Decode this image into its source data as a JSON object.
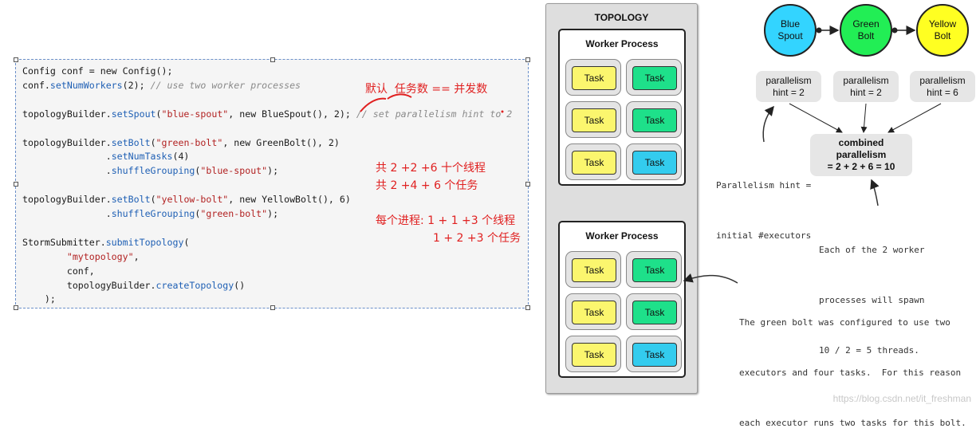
{
  "code": {
    "lines": [
      [
        {
          "t": "Config conf = new Config();",
          "k": "n"
        }
      ],
      [
        {
          "t": "conf.",
          "k": "n"
        },
        {
          "t": "setNumWorkers",
          "k": "m"
        },
        {
          "t": "(2); ",
          "k": "n"
        },
        {
          "t": "// use two worker processes",
          "k": "c"
        }
      ],
      [],
      [
        {
          "t": "topologyBuilder.",
          "k": "n"
        },
        {
          "t": "setSpout",
          "k": "m"
        },
        {
          "t": "(",
          "k": "n"
        },
        {
          "t": "\"blue-spout\"",
          "k": "s"
        },
        {
          "t": ", new BlueSpout(), 2); ",
          "k": "n"
        },
        {
          "t": "// set parallelism hint to 2",
          "k": "c"
        }
      ],
      [],
      [
        {
          "t": "topologyBuilder.",
          "k": "n"
        },
        {
          "t": "setBolt",
          "k": "m"
        },
        {
          "t": "(",
          "k": "n"
        },
        {
          "t": "\"green-bolt\"",
          "k": "s"
        },
        {
          "t": ", new GreenBolt(), 2)",
          "k": "n"
        }
      ],
      [
        {
          "t": "               .",
          "k": "n"
        },
        {
          "t": "setNumTasks",
          "k": "m"
        },
        {
          "t": "(4)",
          "k": "n"
        }
      ],
      [
        {
          "t": "               .",
          "k": "n"
        },
        {
          "t": "shuffleGrouping",
          "k": "m"
        },
        {
          "t": "(",
          "k": "n"
        },
        {
          "t": "\"blue-spout\"",
          "k": "s"
        },
        {
          "t": ");",
          "k": "n"
        }
      ],
      [],
      [
        {
          "t": "topologyBuilder.",
          "k": "n"
        },
        {
          "t": "setBolt",
          "k": "m"
        },
        {
          "t": "(",
          "k": "n"
        },
        {
          "t": "\"yellow-bolt\"",
          "k": "s"
        },
        {
          "t": ", new YellowBolt(), 6)",
          "k": "n"
        }
      ],
      [
        {
          "t": "               .",
          "k": "n"
        },
        {
          "t": "shuffleGrouping",
          "k": "m"
        },
        {
          "t": "(",
          "k": "n"
        },
        {
          "t": "\"green-bolt\"",
          "k": "s"
        },
        {
          "t": ");",
          "k": "n"
        }
      ],
      [],
      [
        {
          "t": "StormSubmitter.",
          "k": "n"
        },
        {
          "t": "submitTopology",
          "k": "m"
        },
        {
          "t": "(",
          "k": "n"
        }
      ],
      [
        {
          "t": "        ",
          "k": "n"
        },
        {
          "t": "\"mytopology\"",
          "k": "s"
        },
        {
          "t": ",",
          "k": "n"
        }
      ],
      [
        {
          "t": "        conf,",
          "k": "n"
        }
      ],
      [
        {
          "t": "        topologyBuilder.",
          "k": "n"
        },
        {
          "t": "createTopology",
          "k": "m"
        },
        {
          "t": "()",
          "k": "n"
        }
      ],
      [
        {
          "t": "    );",
          "k": "n"
        }
      ]
    ]
  },
  "notes": {
    "default": "默认  任务数 == 并发数",
    "threads": "共 2 +2 +6 十个线程",
    "tasks": "共 2 +4 + 6 个任务",
    "per_process_threads": "每个进程: 1 + 1 +3 个线程",
    "per_process_tasks": "1 + 2 +3 个任务"
  },
  "topology": {
    "title": "TOPOLOGY",
    "workers": [
      {
        "title": "Worker Process",
        "left": [
          {
            "label": "Task",
            "color": "yellow"
          },
          {
            "label": "Task",
            "color": "yellow"
          },
          {
            "label": "Task",
            "color": "yellow"
          }
        ],
        "right": [
          {
            "label": "Task",
            "color": "green"
          },
          {
            "label": "Task",
            "color": "green"
          },
          {
            "label": "Task",
            "color": "blue"
          }
        ]
      },
      {
        "title": "Worker Process",
        "left": [
          {
            "label": "Task",
            "color": "yellow"
          },
          {
            "label": "Task",
            "color": "yellow"
          },
          {
            "label": "Task",
            "color": "yellow"
          }
        ],
        "right": [
          {
            "label": "Task",
            "color": "green"
          },
          {
            "label": "Task",
            "color": "green"
          },
          {
            "label": "Task",
            "color": "blue"
          }
        ]
      }
    ]
  },
  "nodes": [
    {
      "line1": "Blue",
      "line2": "Spout",
      "color": "#33d4ff"
    },
    {
      "line1": "Green",
      "line2": "Bolt",
      "color": "#22ee55"
    },
    {
      "line1": "Yellow",
      "line2": "Bolt",
      "color": "#ffff22"
    }
  ],
  "hints": [
    {
      "line1": "parallelism",
      "line2": "hint = 2"
    },
    {
      "line1": "parallelism",
      "line2": "hint = 2"
    },
    {
      "line1": "parallelism",
      "line2": "hint = 6"
    }
  ],
  "combined": {
    "line1": "combined",
    "line2": "parallelism",
    "line3": "= 2 + 2 + 6 = 10"
  },
  "annotations": {
    "hint": [
      "Parallelism hint =",
      "initial #executors"
    ],
    "workers": [
      "Each of the 2 worker",
      "processes will spawn",
      "10 / 2 = 5 threads."
    ],
    "green": [
      "The green bolt was configured to use two",
      "executors and four tasks.  For this reason",
      "each executor runs two tasks for this bolt."
    ]
  },
  "colors": {
    "yellow": "#fbf66e",
    "green": "#1ee08a",
    "blue": "#33ccee"
  },
  "watermark": "https://blog.csdn.net/it_freshman"
}
